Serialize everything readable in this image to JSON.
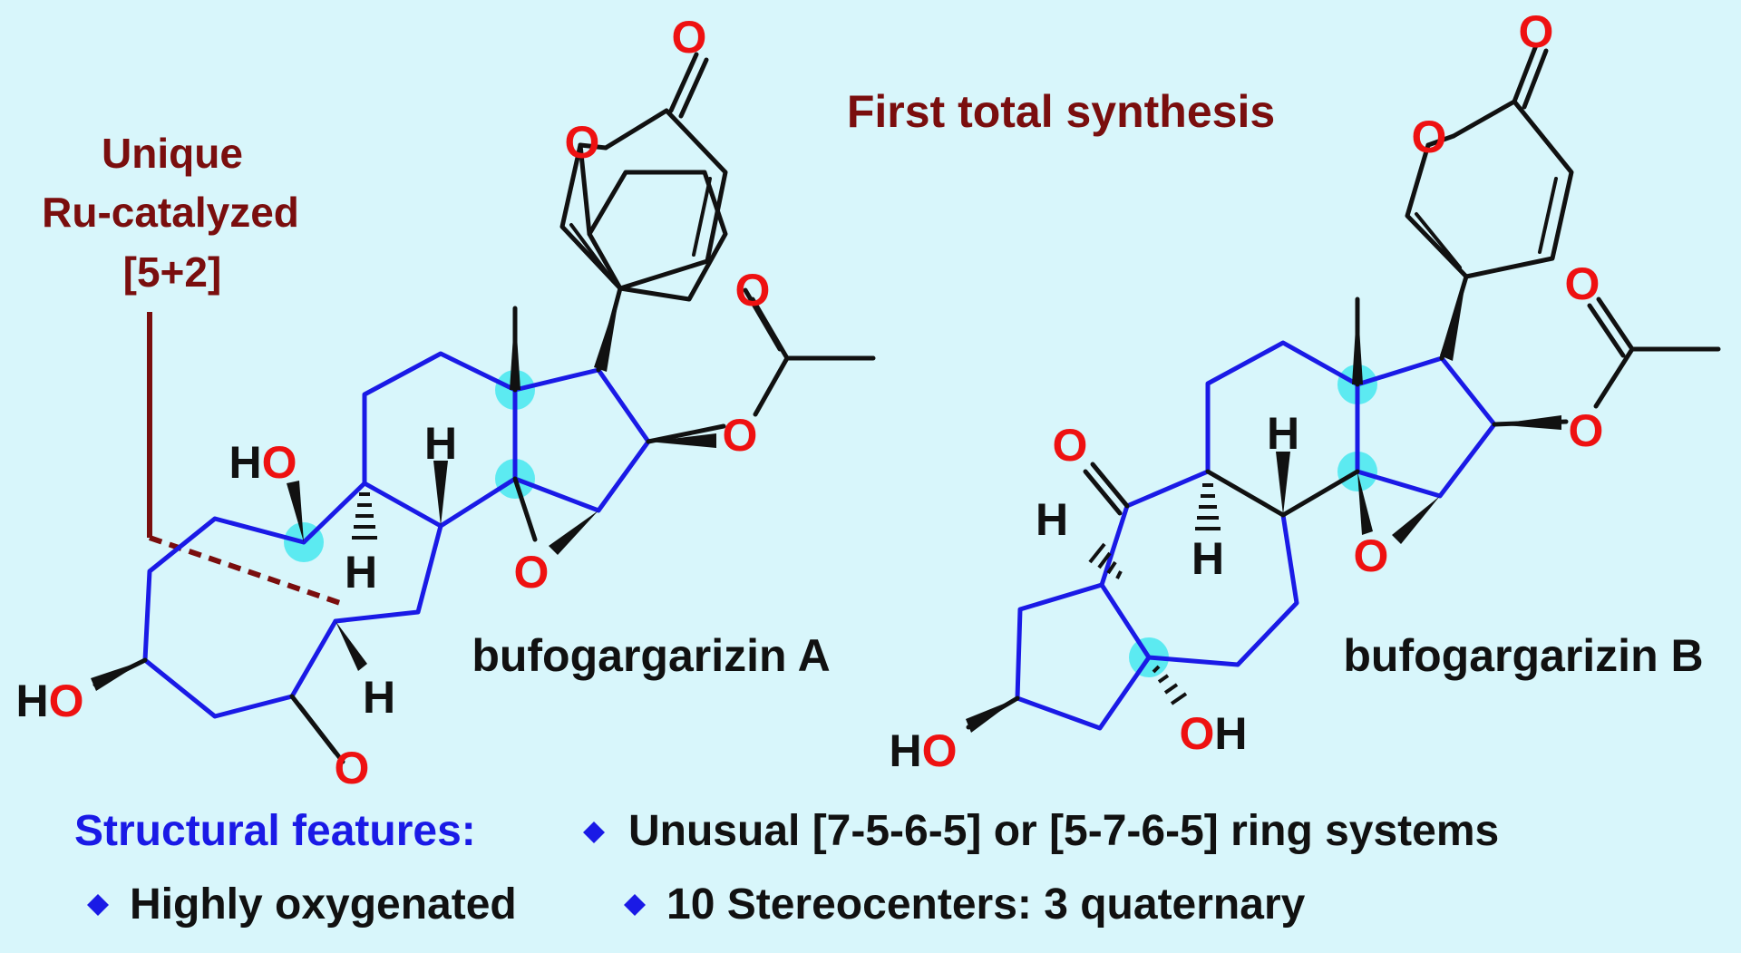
{
  "annotation": {
    "line1": "Unique",
    "line2": "Ru-catalyzed",
    "line3": "[5+2]"
  },
  "headline": "First total synthesis",
  "compounds": [
    {
      "name": "bufogargarizin A"
    },
    {
      "name": "bufogargarizin B"
    }
  ],
  "atoms": {
    "oxygen": "O",
    "hydrogen": "H",
    "hydroxyl_left": "HO",
    "hydroxyl_right": "OH"
  },
  "features": {
    "label": "Structural features:",
    "items": [
      "Unusual [7-5-6-5] or [5-7-6-5] ring systems",
      "Highly oxygenated",
      "10 Stereocenters: 3 quaternary"
    ],
    "bullet_icon": "diamond-bullet-icon"
  },
  "colors": {
    "background": "#d8f6fb",
    "ring_bonds": "#1a1ae6",
    "other_bonds": "#111111",
    "oxygen": "#ee1111",
    "annotation": "#7a0e0e",
    "quaternary_highlight": "#33e6ee"
  }
}
